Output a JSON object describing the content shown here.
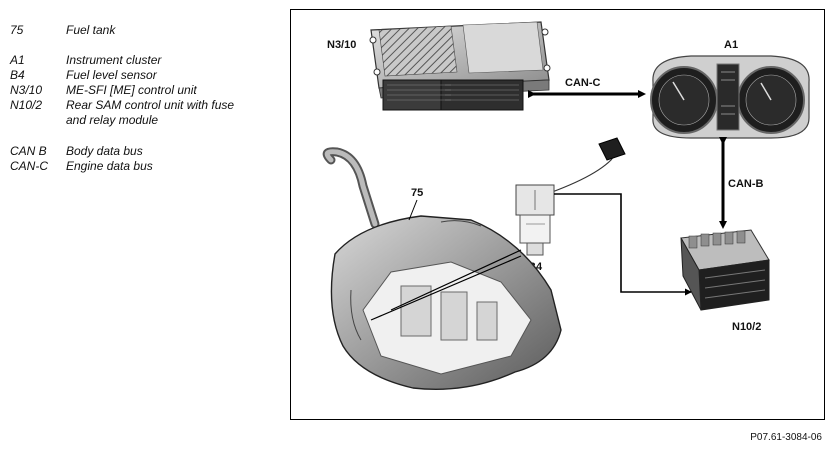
{
  "legend": [
    {
      "code": "75",
      "desc": "Fuel tank"
    },
    {
      "code": "A1",
      "desc": "Instrument cluster"
    },
    {
      "code": "B4",
      "desc": "Fuel level sensor"
    },
    {
      "code": "N3/10",
      "desc": "ME-SFI [ME] control unit"
    },
    {
      "code": "N10/2",
      "desc": "Rear SAM control unit with fuse",
      "desc2": "and relay module"
    },
    {
      "code": "CAN B",
      "desc": "Body data bus"
    },
    {
      "code": "CAN-C",
      "desc": "Engine data bus"
    }
  ],
  "diagram": {
    "labels": {
      "n3_10": "N3/10",
      "a1": "A1",
      "can_c": "CAN-C",
      "can_b": "CAN-B",
      "fuel_tank": "75",
      "b4": "B4",
      "n10_2": "N10/2"
    }
  },
  "figure_ref": "P07.61-3084-06"
}
